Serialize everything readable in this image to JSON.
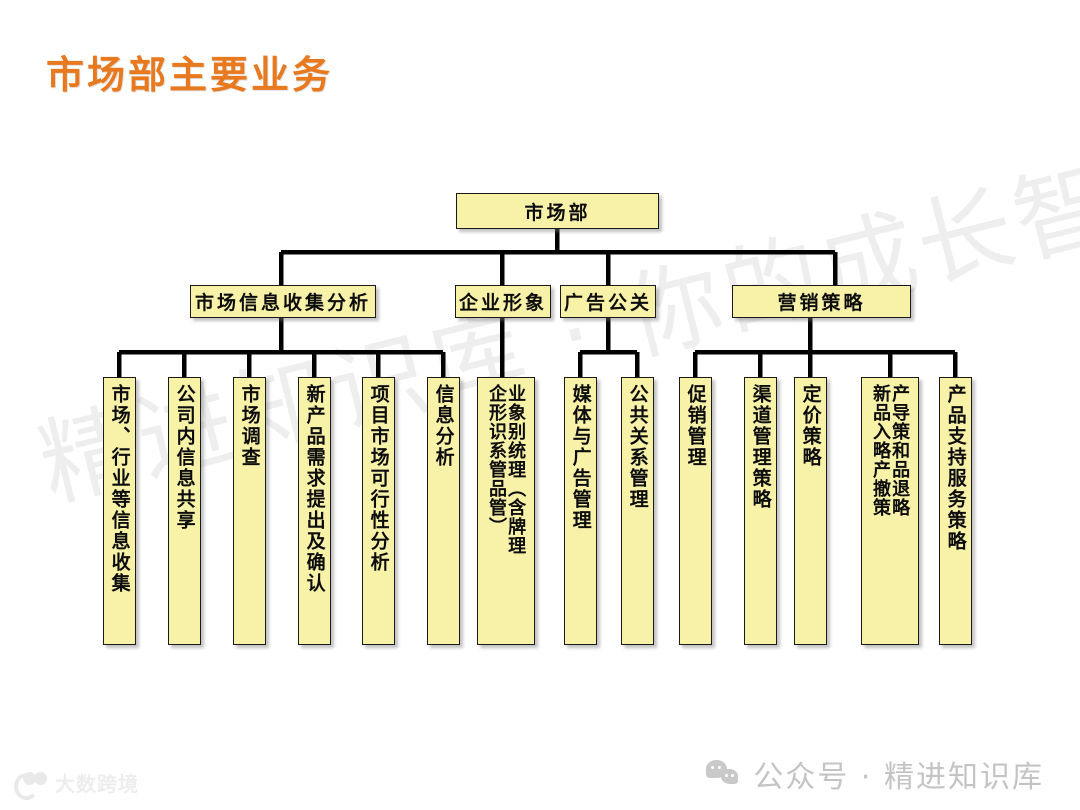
{
  "title": "市场部主要业务",
  "theme": {
    "title_color": "#E8791E",
    "node_fill": "#F7F2A8",
    "node_border": "#1A1A1A",
    "connector_color": "#000000",
    "background": "#FFFFFF"
  },
  "watermarks": {
    "diagonal_text": "精进知识库 · 你的成长智库",
    "bottom_left_brand": "大数跨境",
    "bottom_right_brand": "公众号 · 精进知识库"
  },
  "chart_data": {
    "type": "diagram",
    "subtype": "organization-tree",
    "title": "市场部主要业务",
    "root": {
      "label": "市场部",
      "children": [
        {
          "label": "市场信息收集分析",
          "children": [
            {
              "label": "市场、行业等信息收集"
            },
            {
              "label": "公司内信息共享"
            },
            {
              "label": "市场调查"
            },
            {
              "label": "新产品需求提出及确认"
            },
            {
              "label": "项目市场可行性分析"
            },
            {
              "label": "信息分析"
            }
          ]
        },
        {
          "label": "企业形象",
          "children": [
            {
              "label": "企业形象识别系统管理（含品牌管理）",
              "columns": [
                "业象别统理（含牌理",
                "企形识系管品管）"
              ]
            }
          ]
        },
        {
          "label": "广告公关",
          "children": [
            {
              "label": "媒体与广告管理"
            },
            {
              "label": "公共关系管理"
            }
          ]
        },
        {
          "label": "营销策略",
          "children": [
            {
              "label": "促销管理"
            },
            {
              "label": "渠道管理策略"
            },
            {
              "label": "定价策略"
            },
            {
              "label": "产品导入策略和新产品撤退策略",
              "columns": [
                "产导策和品退略",
                "新品入略产撤策"
              ]
            },
            {
              "label": "产品支持服务策略"
            }
          ]
        }
      ]
    },
    "level1_count": 1,
    "level2_count": 4,
    "leaf_count": 14
  },
  "nodes": {
    "root": "市场部",
    "l2": [
      "市场信息收集分析",
      "企业形象",
      "广告公关",
      "营销策略"
    ],
    "leaves": [
      "市场、行业等信息收集",
      "公司内信息共享",
      "市场调查",
      "新产品需求提出及确认",
      "项目市场可行性分析",
      "信息分析",
      "媒体与广告管理",
      "公共关系管理",
      "促销管理",
      "渠道管理策略",
      "定价策略",
      "产品支持服务策略"
    ],
    "leaf_cis_col_right": "业象别统理（含牌理",
    "leaf_cis_col_left": "企形识系管品管）",
    "leaf_prod_col_right": "产导策和品退略",
    "leaf_prod_col_left": "新品入略产撤策"
  }
}
